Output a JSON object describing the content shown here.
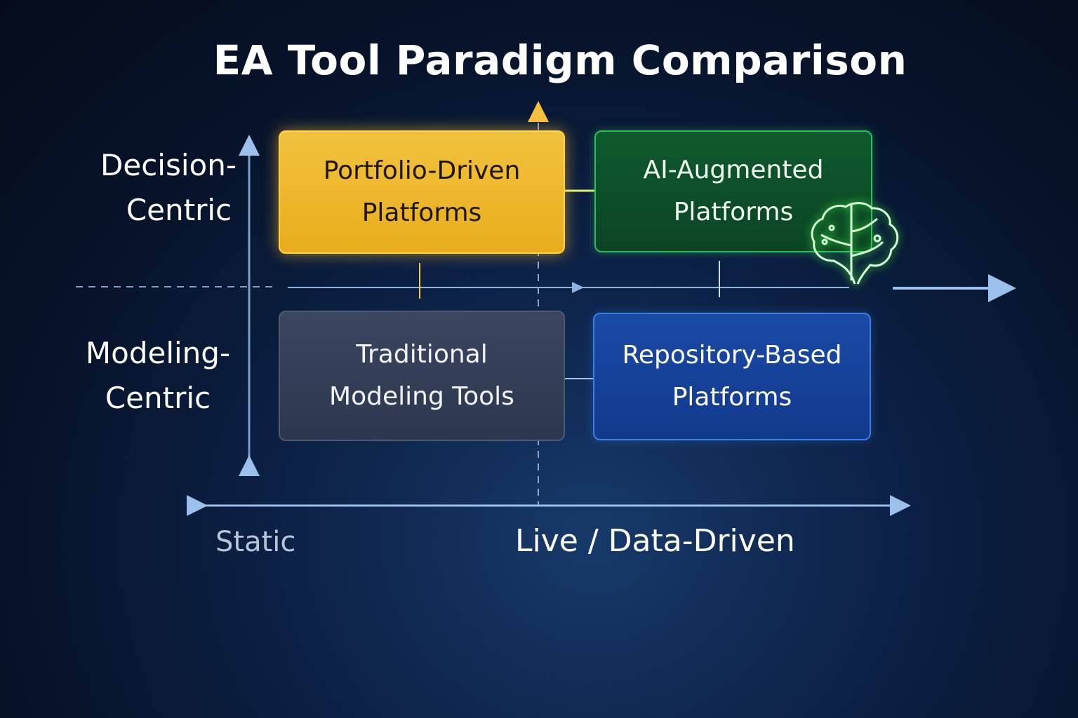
{
  "title": "EA Tool Paradigm Comparison",
  "y_axis": {
    "top_label": [
      "Decision-",
      "Centric"
    ],
    "bottom_label": [
      "Modeling-",
      "Centric"
    ]
  },
  "x_axis": {
    "left_label": "Static",
    "right_label": "Live / Data-Driven"
  },
  "quadrants": {
    "top_left": {
      "lines": [
        "Portfolio-Driven",
        "Platforms"
      ],
      "color": "#f0b829"
    },
    "top_right": {
      "lines": [
        "AI-Augmented",
        "Platforms"
      ],
      "color": "#0f5a2e",
      "icon": "brain-icon"
    },
    "bottom_left": {
      "lines": [
        "Traditional",
        "Modeling Tools"
      ],
      "color": "#343f58"
    },
    "bottom_right": {
      "lines": [
        "Repository-Based",
        "Platforms"
      ],
      "color": "#1a4aa6"
    }
  }
}
